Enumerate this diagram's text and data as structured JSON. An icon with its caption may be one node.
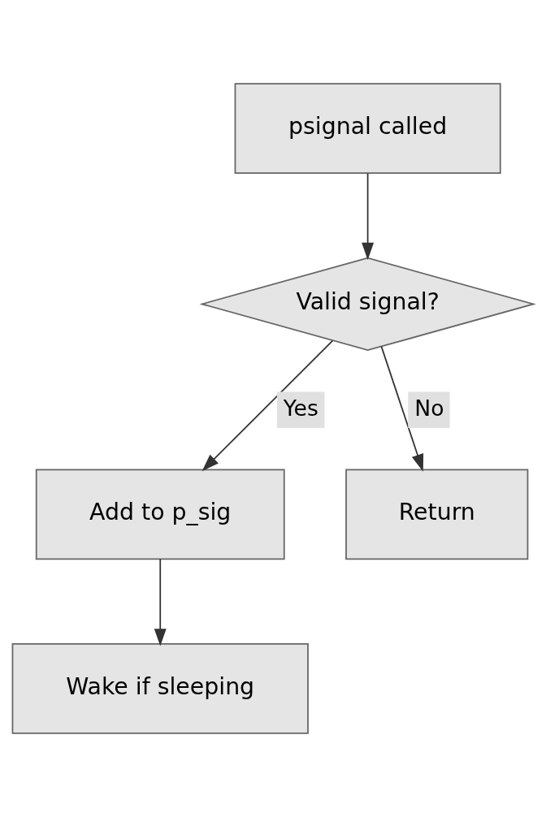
{
  "diagram": {
    "nodes": [
      {
        "text": [
          "psignal called"
        ]
      },
      {
        "text": [
          "Valid signal?"
        ]
      },
      {
        "text": [
          "Add to p_sig"
        ]
      },
      {
        "text": [
          "Return"
        ]
      },
      {
        "text": [
          "Wake if sleeping"
        ]
      }
    ],
    "edges": [
      {
        "from": 0,
        "to": 1,
        "arrow": "to"
      },
      {
        "from": 1,
        "to": 2,
        "arrow": "to",
        "label": "Yes"
      },
      {
        "from": 1,
        "to": 3,
        "arrow": "to",
        "label": "No"
      },
      {
        "from": 2,
        "to": 4,
        "arrow": "to"
      }
    ]
  }
}
